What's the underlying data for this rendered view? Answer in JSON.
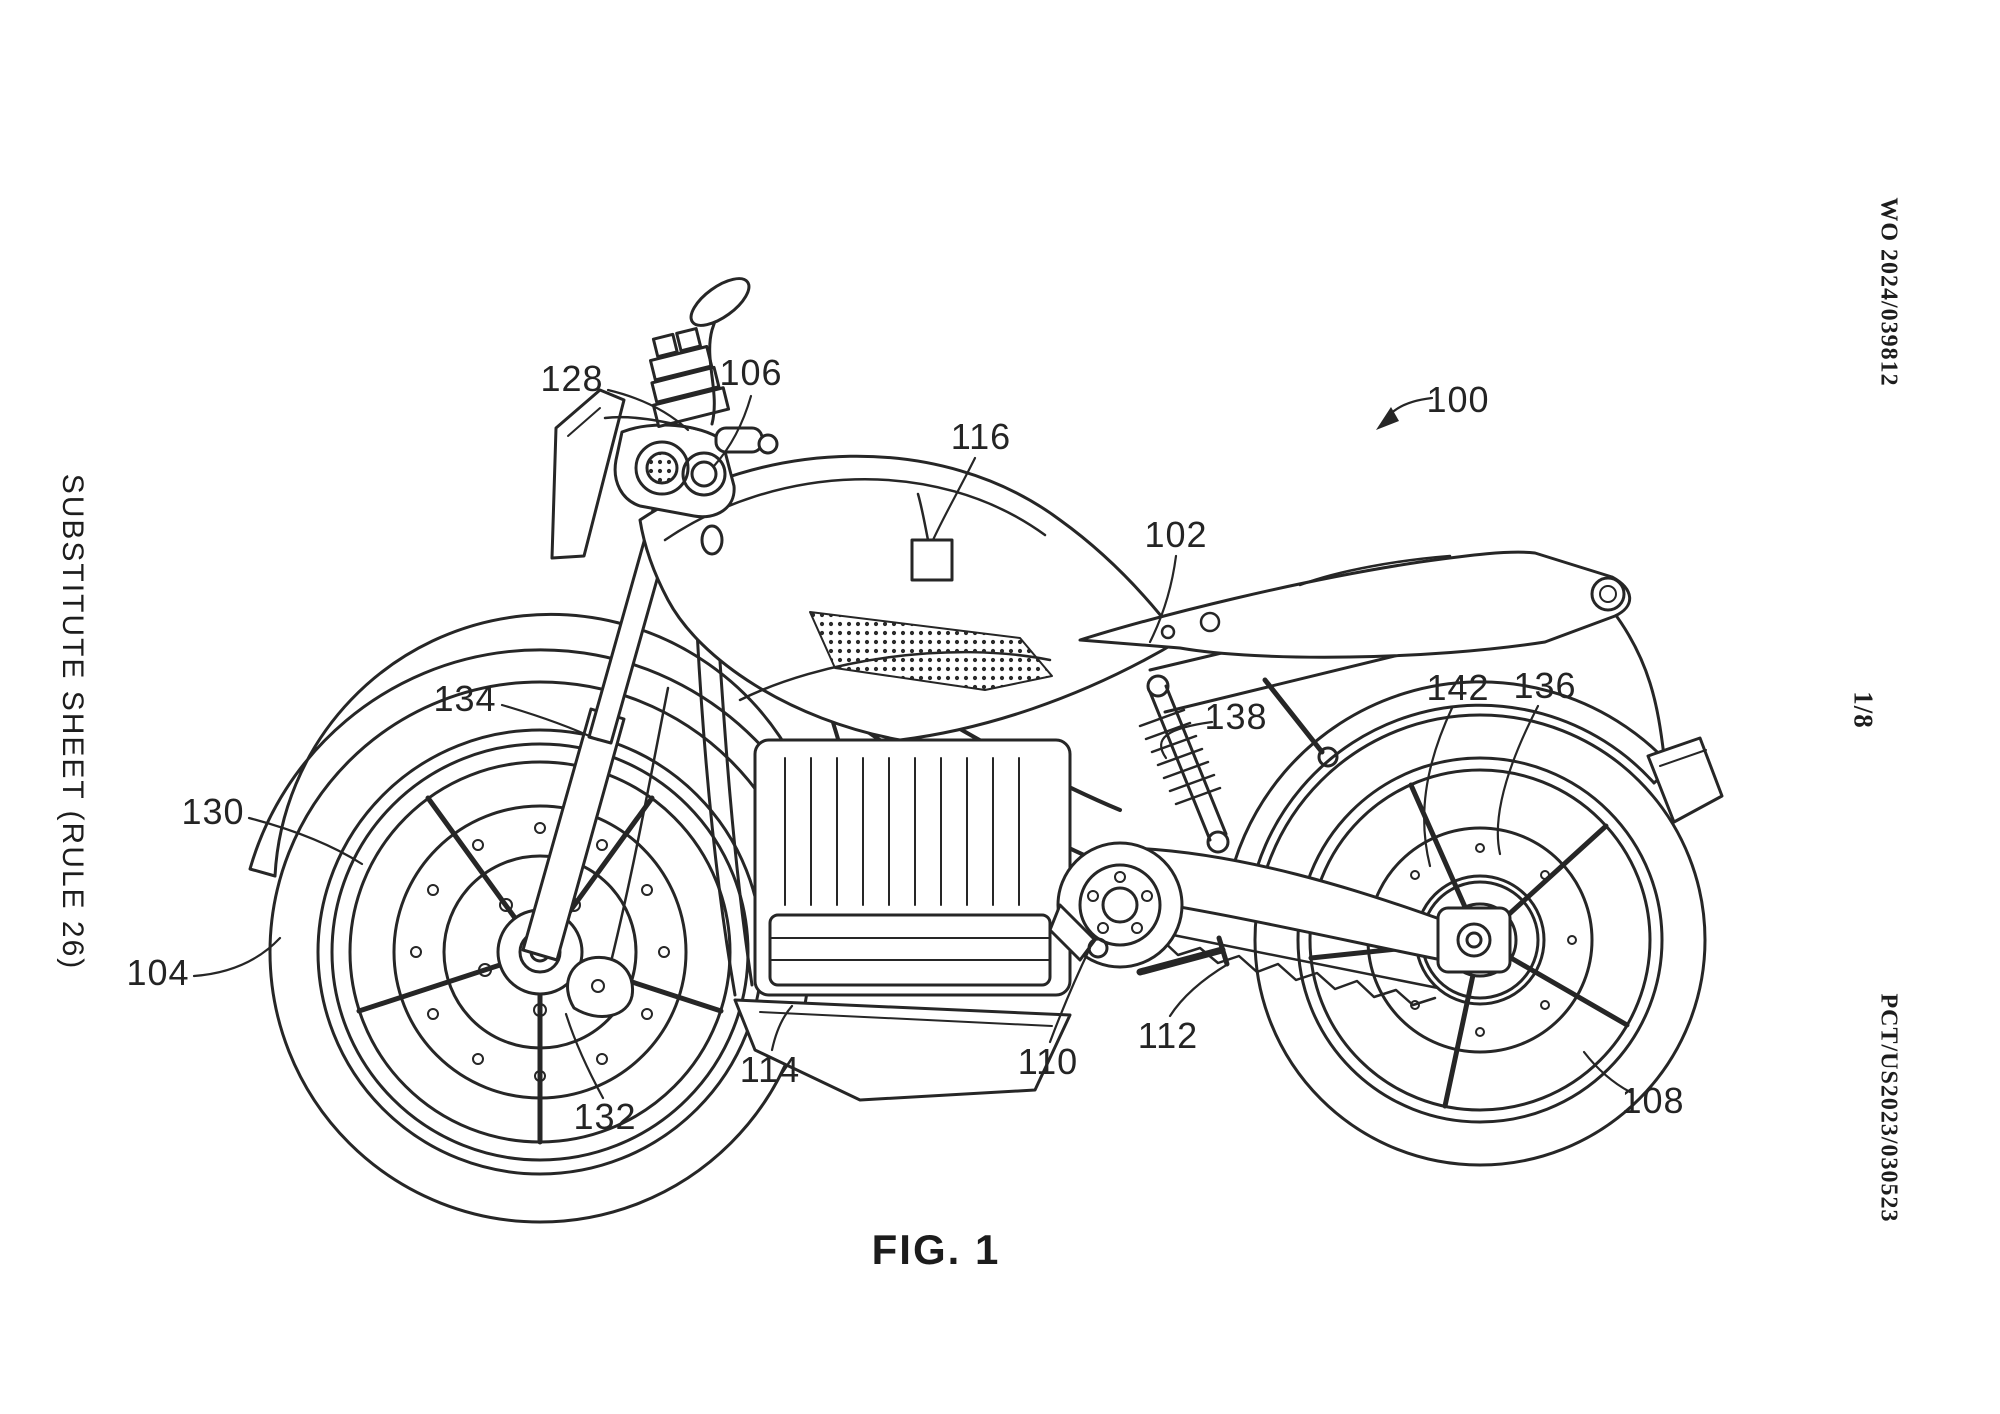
{
  "document": {
    "margins": {
      "left_vertical_text": "SUBSTITUTE SHEET (RULE 26)",
      "top_right_vertical_text": "WO 2024/039812",
      "middle_right_vertical_text": "1/8",
      "bottom_right_vertical_text": "PCT/US2023/030523"
    },
    "figure": {
      "caption": "FIG. 1",
      "subject": "electric-motorcycle-side-view",
      "reference_numerals": {
        "r100": "100",
        "r102": "102",
        "r104": "104",
        "r106": "106",
        "r108": "108",
        "r110": "110",
        "r112": "112",
        "r114": "114",
        "r116": "116",
        "r128": "128",
        "r130": "130",
        "r132": "132",
        "r134": "134",
        "r136": "136",
        "r138": "138",
        "r142": "142"
      }
    },
    "colors": {
      "ink": "#222222",
      "background": "#ffffff"
    }
  }
}
